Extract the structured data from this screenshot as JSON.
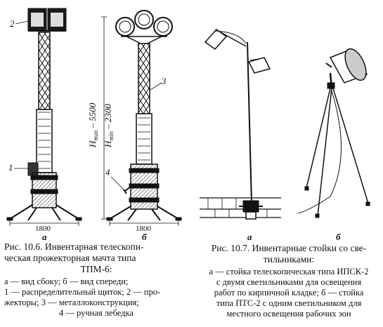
{
  "figure_10_6": {
    "labels": {
      "l1": "1",
      "l2": "2",
      "l3": "3",
      "l4": "4"
    },
    "dims": {
      "left_width": "1800",
      "right_width": "1800"
    },
    "height_max": "H",
    "height_max_sub": "max",
    "height_max_val": " – 5500",
    "height_min": "H",
    "height_min_sub": "min",
    "height_min_val": " – 2300",
    "view_a": "а",
    "view_b": "б",
    "caption_line1": "Рис. 10.6. Инвентарная телескопи-",
    "caption_line2": "ческая прожекторная мачта типа",
    "caption_line3": "ТПМ-6:",
    "desc_line1": "а — вид сбоку; б — вид спереди;",
    "desc_line2": "1 — распределительный щиток; 2 — про-",
    "desc_line3": "жекторы; 3 — металлоконструкция;",
    "desc_line4": "4 — ручная лебедка"
  },
  "figure_10_7": {
    "view_a": "а",
    "view_b": "б",
    "caption_line1": "Рис. 10.7. Инвентарные стойки со све-",
    "caption_line2": "тильниками:",
    "desc_line1": "а — стойка телескопическая типа ИПСК-2",
    "desc_line2": "с двумя светильниками для освещения",
    "desc_line3": "работ по кирпичной кладке; б — стойка",
    "desc_line4": "типа ПТС-2 с одним светильником для",
    "desc_line5": "местного освещения рабочих зон"
  }
}
